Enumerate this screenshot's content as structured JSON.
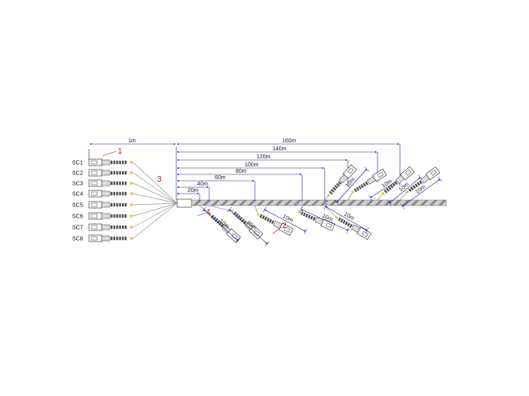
{
  "diagram": {
    "connector_labels": [
      "SC1",
      "SC2",
      "SC3",
      "SC4",
      "SC5",
      "SC6",
      "SC7",
      "SC8"
    ],
    "callouts": [
      "1",
      "2",
      "3",
      "4"
    ],
    "dimensions": {
      "fanout_length": "1m",
      "total_length": "160m",
      "branch_distances": [
        "20m",
        "40m",
        "60m",
        "80m",
        "100m",
        "120m",
        "140m"
      ],
      "drop_length": "10m"
    },
    "colors": {
      "cable": "#9a9a9a",
      "dimension_line": "#1b1b9e",
      "callout": "#b0172b",
      "connector_boot": "#e8c21a",
      "connector_body": "#555555"
    }
  }
}
